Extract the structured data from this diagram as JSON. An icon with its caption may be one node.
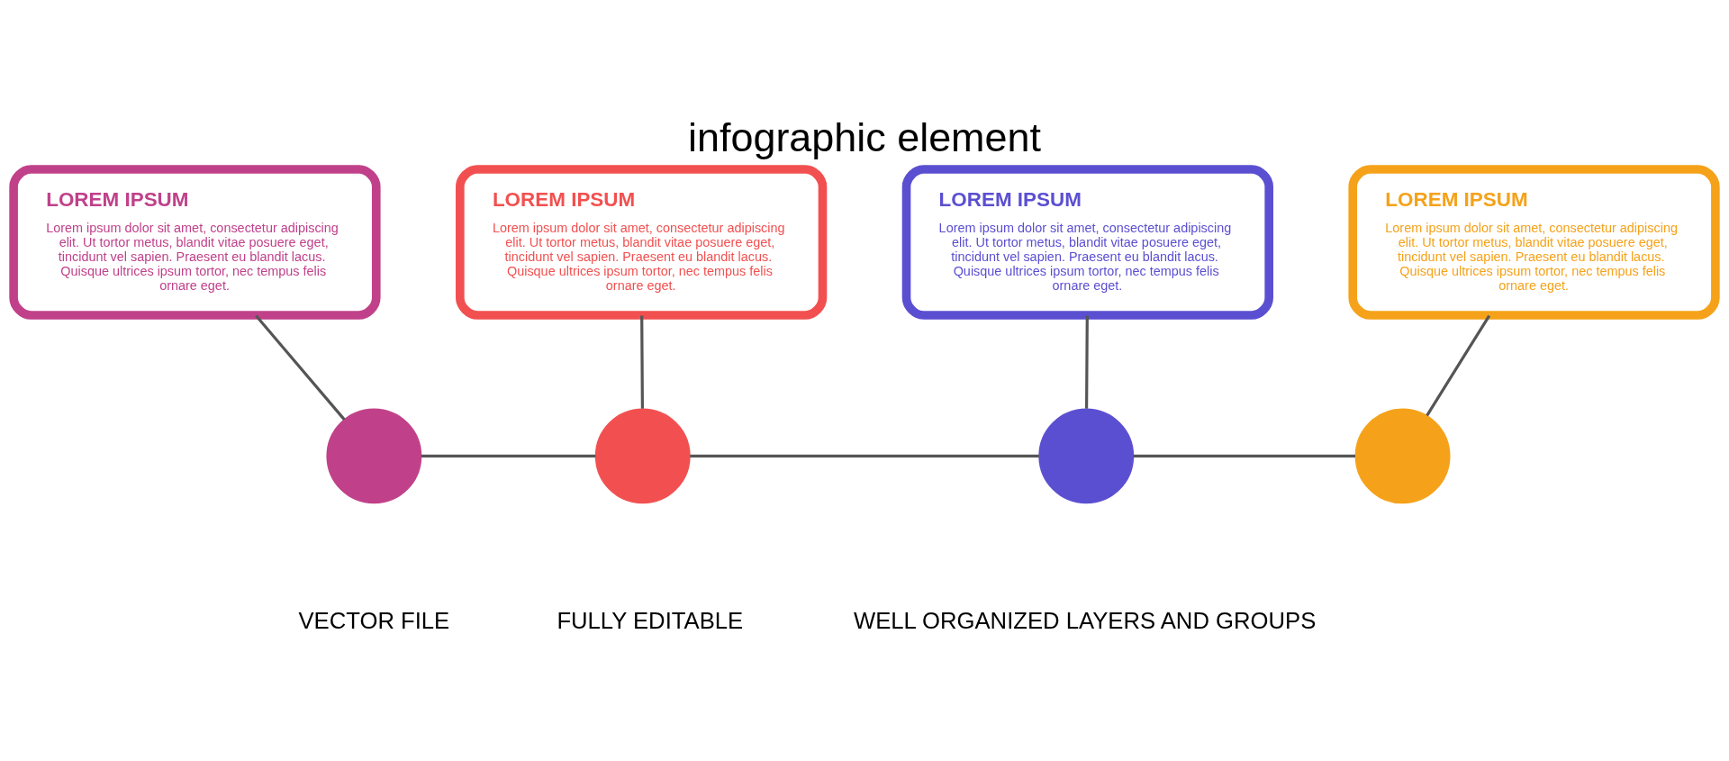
{
  "diagram": {
    "title": "infographic element",
    "nodes": [
      {
        "text": [
          "LOREM IPSUM",
          "Lorem ipsum dolor sit amet, consectetur adipiscing elit. Ut tortor metus, blandit vitae posuere eget, tincidunt vel sapien. Praesent eu blandit lacus. Quisque ultrices ipsum tortor, nec tempus felis ornare eget."
        ]
      },
      {
        "text": [
          "LOREM IPSUM",
          "Lorem ipsum dolor sit amet, consectetur adipiscing elit. Ut tortor metus, blandit vitae posuere eget, tincidunt vel sapien. Praesent eu blandit lacus. Quisque ultrices ipsum tortor, nec tempus felis ornare eget."
        ]
      },
      {
        "text": [
          "LOREM IPSUM",
          "Lorem ipsum dolor sit amet, consectetur adipiscing elit. Ut tortor metus, blandit vitae posuere eget, tincidunt vel sapien. Praesent eu blandit lacus. Quisque ultrices ipsum tortor, nec tempus felis ornare eget."
        ]
      },
      {
        "text": [
          "LOREM IPSUM",
          "Lorem ipsum dolor sit amet, consectetur adipiscing elit. Ut tortor metus, blandit vitae posuere eget, tincidunt vel sapien. Praesent eu blandit lacus. Quisque ultrices ipsum tortor, nec tempus felis ornare eget."
        ]
      },
      {
        "text": [],
        "shape": "circle"
      },
      {
        "text": [],
        "shape": "circle"
      },
      {
        "text": [],
        "shape": "circle"
      },
      {
        "text": [],
        "shape": "circle"
      }
    ],
    "edges": [
      {
        "from": 0,
        "to": 4,
        "arrow": "none"
      },
      {
        "from": 1,
        "to": 5,
        "arrow": "none"
      },
      {
        "from": 2,
        "to": 6,
        "arrow": "none"
      },
      {
        "from": 3,
        "to": 7,
        "arrow": "none"
      },
      {
        "from": 4,
        "to": 5,
        "arrow": "none"
      },
      {
        "from": 5,
        "to": 6,
        "arrow": "none"
      },
      {
        "from": 6,
        "to": 7,
        "arrow": "none"
      }
    ],
    "labels": [
      "VECTOR FILE",
      "FULLY EDITABLE",
      "WELL ORGANIZED LAYERS AND GROUPS"
    ]
  }
}
